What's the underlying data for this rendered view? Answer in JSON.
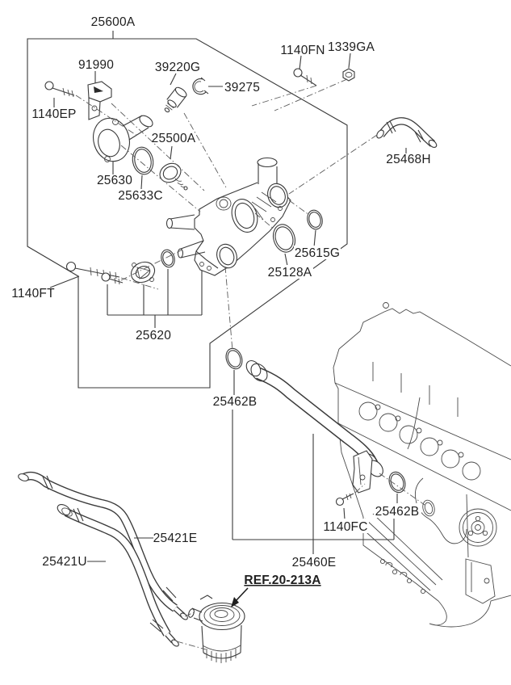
{
  "diagram": {
    "kind": "parts-exploded-diagram",
    "background_color": "#ffffff",
    "line_color": "#3a3a3a",
    "text_color": "#1f1f1f"
  },
  "labels": {
    "25600A": "25600A",
    "91990": "91990",
    "1140EP": "1140EP",
    "39220G": "39220G",
    "39275": "39275",
    "25630": "25630",
    "25633C": "25633C",
    "25500A": "25500A",
    "1140FN": "1140FN",
    "1339GA": "1339GA",
    "25468H": "25468H",
    "25615G": "25615G",
    "25128A": "25128A",
    "1140FT": "1140FT",
    "25620": "25620",
    "25462B_upper": "25462B",
    "25462B_lower": "25462B",
    "1140FC": "1140FC",
    "25460E": "25460E",
    "25421E": "25421E",
    "25421U": "25421U",
    "ref_link": "REF.20-213A"
  }
}
